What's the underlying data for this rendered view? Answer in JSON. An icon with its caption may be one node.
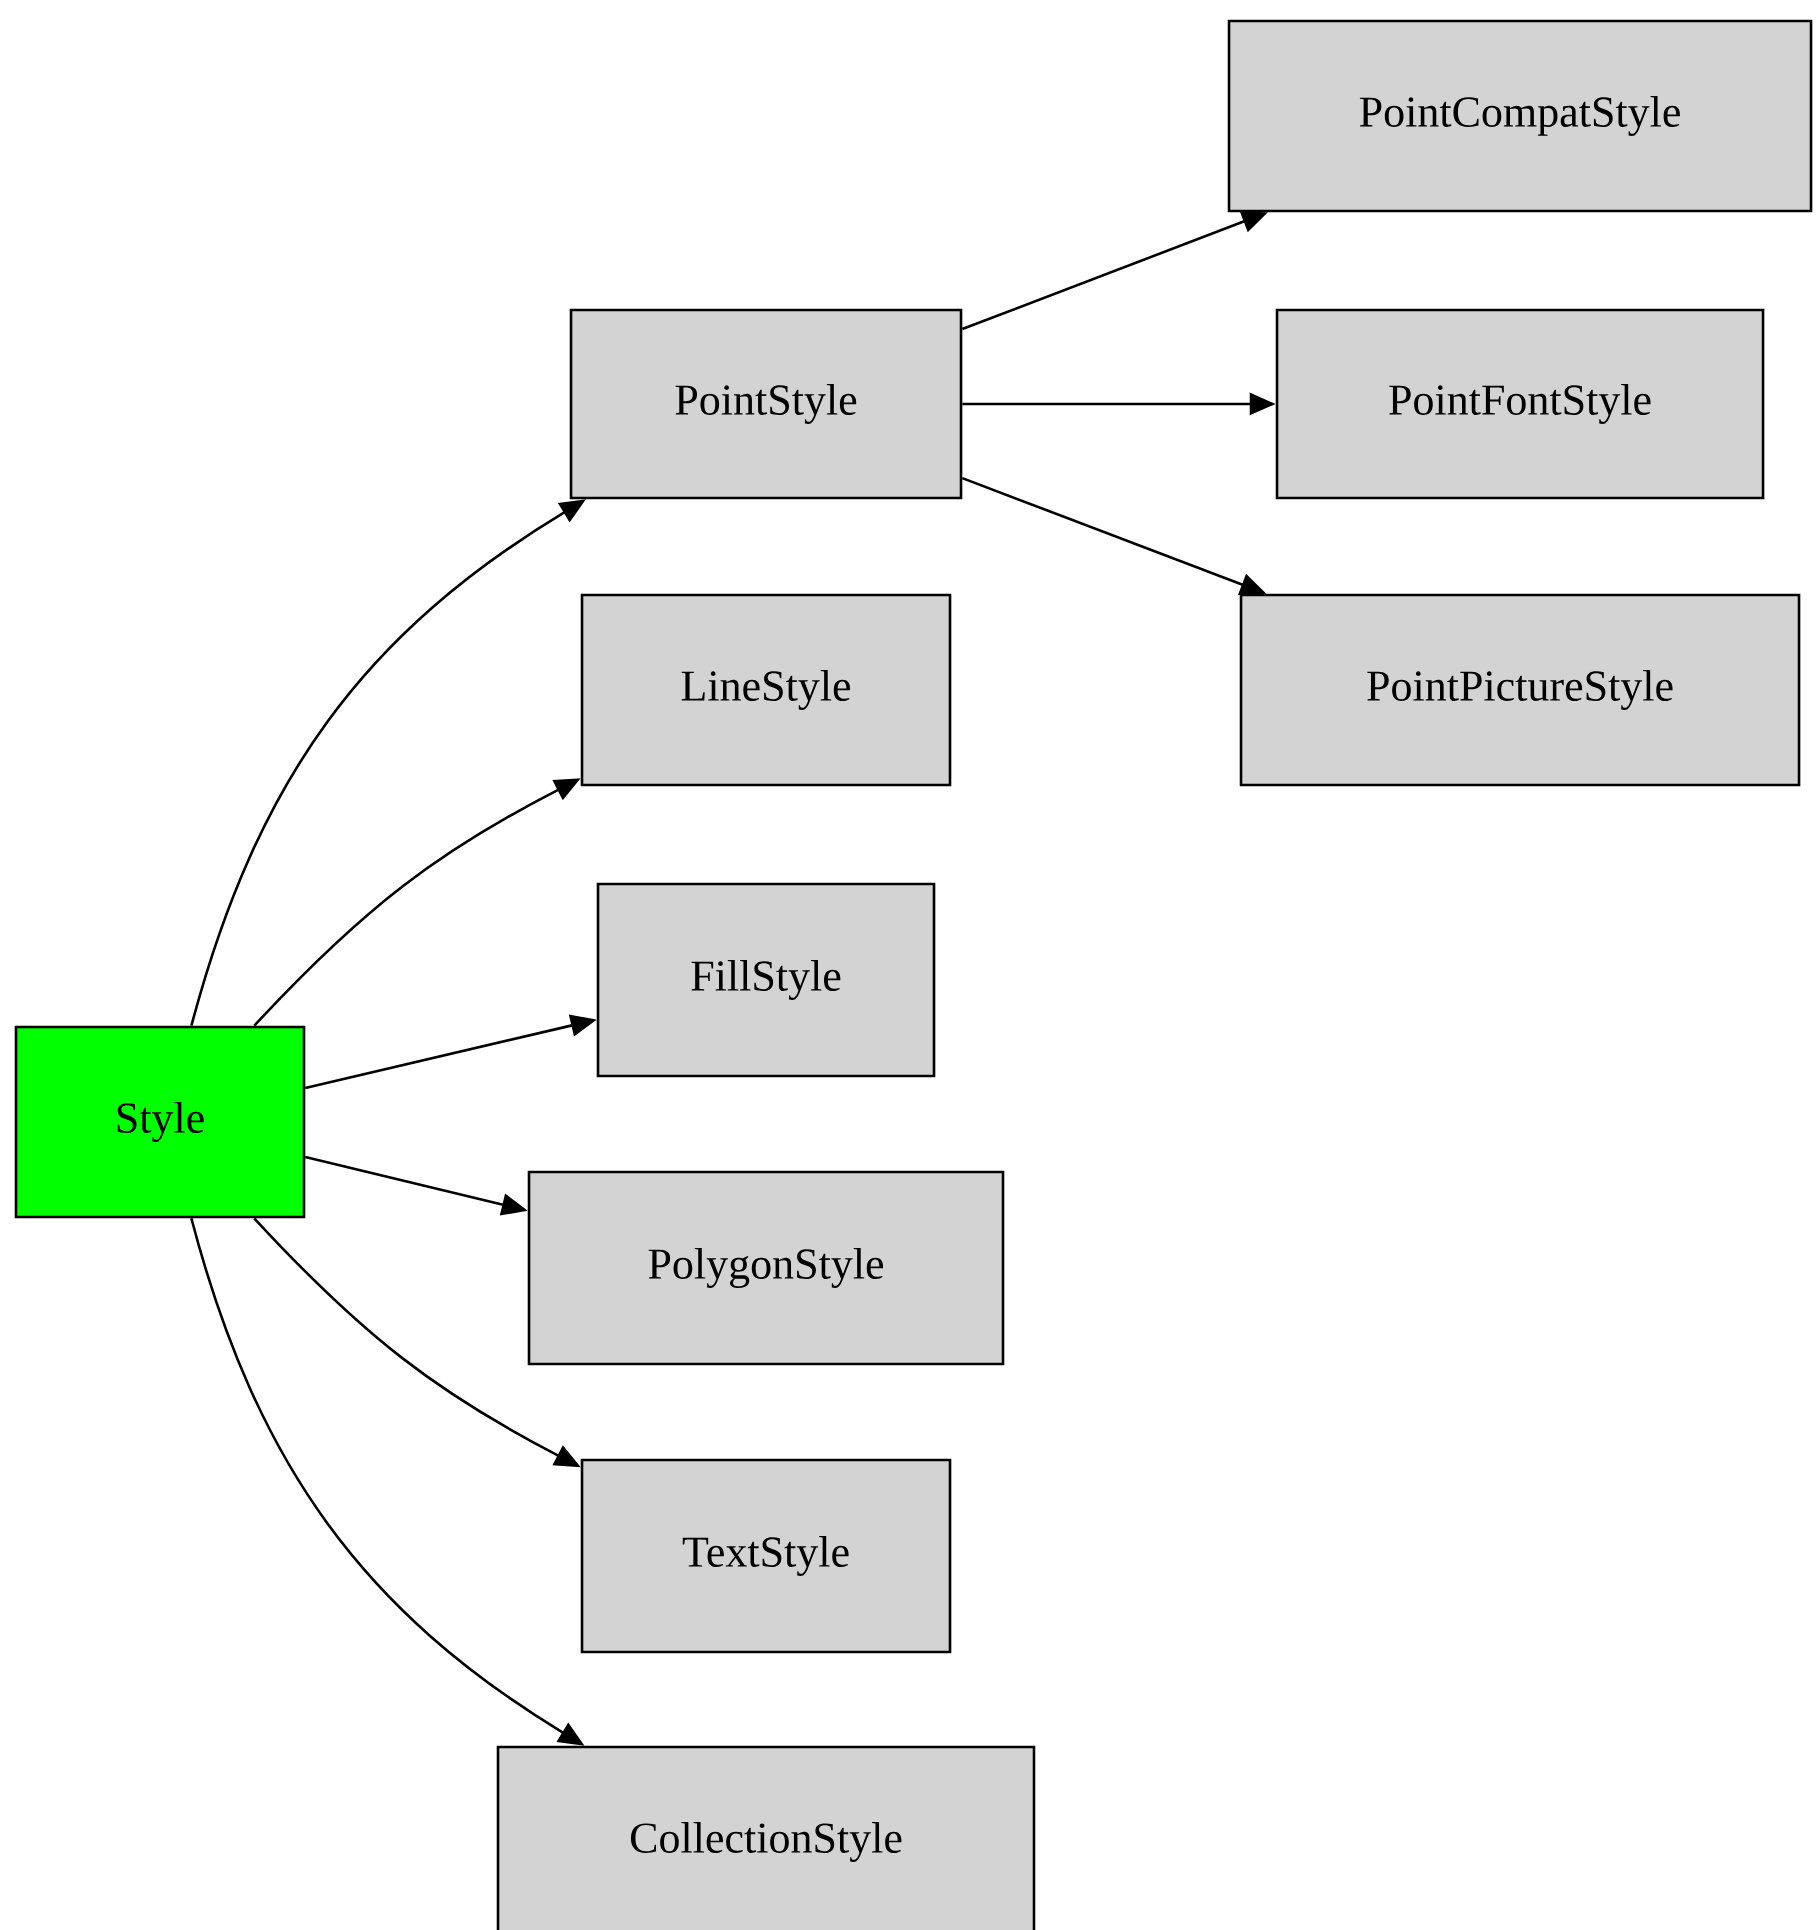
{
  "diagram": {
    "nodes": [
      {
        "text": [
          "Style"
        ]
      },
      {
        "text": [
          "PointStyle"
        ]
      },
      {
        "text": [
          "LineStyle"
        ]
      },
      {
        "text": [
          "FillStyle"
        ]
      },
      {
        "text": [
          "PolygonStyle"
        ]
      },
      {
        "text": [
          "TextStyle"
        ]
      },
      {
        "text": [
          "CollectionStyle"
        ]
      },
      {
        "text": [
          "PointCompatStyle"
        ]
      },
      {
        "text": [
          "PointFontStyle"
        ]
      },
      {
        "text": [
          "PointPictureStyle"
        ]
      }
    ],
    "edges": [
      {
        "from": 0,
        "to": 1,
        "arrow": "to"
      },
      {
        "from": 0,
        "to": 2,
        "arrow": "to"
      },
      {
        "from": 0,
        "to": 3,
        "arrow": "to"
      },
      {
        "from": 0,
        "to": 4,
        "arrow": "to"
      },
      {
        "from": 0,
        "to": 5,
        "arrow": "to"
      },
      {
        "from": 0,
        "to": 6,
        "arrow": "to"
      },
      {
        "from": 1,
        "to": 7,
        "arrow": "to"
      },
      {
        "from": 1,
        "to": 8,
        "arrow": "to"
      },
      {
        "from": 1,
        "to": 9,
        "arrow": "to"
      }
    ]
  }
}
